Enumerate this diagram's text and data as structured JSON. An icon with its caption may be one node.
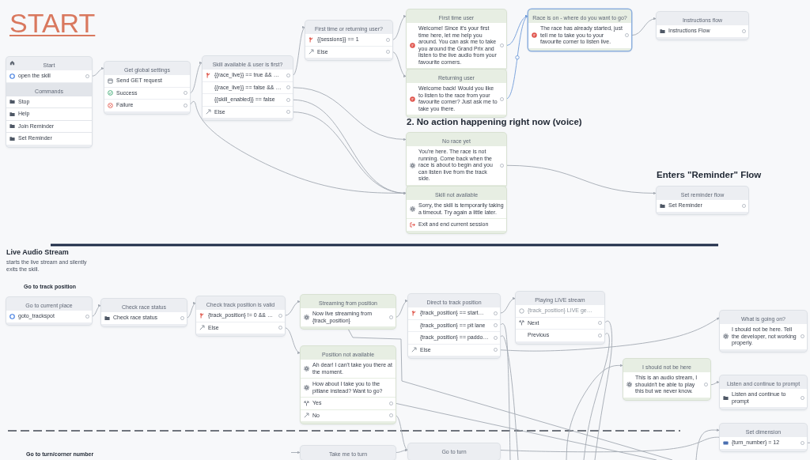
{
  "diagram": {
    "title": "START",
    "nodes": [
      {
        "text": [
          "Start"
        ]
      },
      {
        "text": [
          "open the skill"
        ],
        "in": 0
      },
      {
        "text": [
          "Commands"
        ],
        "in": 0
      },
      {
        "text": [
          "Stop"
        ],
        "in": 2
      },
      {
        "text": [
          "Help"
        ],
        "in": 2
      },
      {
        "text": [
          "Join Reminder"
        ],
        "in": 2
      },
      {
        "text": [
          "Set Reminder"
        ],
        "in": 2
      },
      {
        "text": [
          "Get global settings"
        ]
      },
      {
        "text": [
          "Send GET request"
        ],
        "in": 7
      },
      {
        "text": [
          "Success"
        ],
        "in": 7
      },
      {
        "text": [
          "Failure"
        ],
        "in": 7
      },
      {
        "text": [
          "Skill available & user is first?"
        ]
      },
      {
        "text": [
          "{{race_live}} == true && …"
        ],
        "in": 11
      },
      {
        "text": [
          "{{race_live}} == false && …"
        ],
        "in": 11
      },
      {
        "text": [
          "{{skill_enabled}} == false"
        ],
        "in": 11
      },
      {
        "text": [
          "Else"
        ],
        "in": 11
      },
      {
        "text": [
          "First time or returning user?"
        ]
      },
      {
        "text": [
          "{{sessions}} == 1"
        ],
        "in": 16
      },
      {
        "text": [
          "Else"
        ],
        "in": 16
      },
      {
        "text": [
          "First time user"
        ]
      },
      {
        "text": [
          "Welcome! Since it's your first time here, let me help you around. You can ask me to take you around the Grand Prix and listen to the live audio from your favourite corners."
        ],
        "in": 19
      },
      {
        "text": [
          "Returning user"
        ]
      },
      {
        "text": [
          "Welcome back! Would you like to listen to the race from your favourite corner? Just ask me to take you there."
        ],
        "in": 21
      },
      {
        "text": [
          "Race is on - where do you want to go?"
        ]
      },
      {
        "text": [
          "The race has already started, just tell me to take you to your favourite corner to listen live."
        ],
        "in": 23
      },
      {
        "text": [
          "Instructions flow"
        ]
      },
      {
        "text": [
          "Instructions Flow"
        ],
        "in": 25
      },
      {
        "text": [
          "No race yet"
        ]
      },
      {
        "text": [
          "You're here. The race is not running. Come back when the race is about to begin and you can listen live from the track side."
        ],
        "in": 27
      },
      {
        "text": [
          "Skill not available"
        ]
      },
      {
        "text": [
          "Sorry, the skill is temporarily taking a timeout. Try again a little later."
        ],
        "in": 29
      },
      {
        "text": [
          "Exit and end current session"
        ],
        "in": 29
      },
      {
        "text": [
          "Set reminder flow"
        ]
      },
      {
        "text": [
          "Set Reminder"
        ],
        "in": 32
      },
      {
        "text": [
          "Go to current place"
        ]
      },
      {
        "text": [
          "goto_trackspot"
        ],
        "in": 34
      },
      {
        "text": [
          "Check race status"
        ]
      },
      {
        "text": [
          "Check race status"
        ],
        "in": 36
      },
      {
        "text": [
          "Check track position is valid"
        ]
      },
      {
        "text": [
          "{track_position} != 0 && …"
        ],
        "in": 38
      },
      {
        "text": [
          "Else"
        ],
        "in": 38
      },
      {
        "text": [
          "Streaming from position"
        ]
      },
      {
        "text": [
          "Now live streaming from {track_position}"
        ],
        "in": 41
      },
      {
        "text": [
          "Position not available"
        ]
      },
      {
        "text": [
          "Ah dear! I can't take you there at the moment."
        ],
        "in": 43
      },
      {
        "text": [
          "How about I take you to the pitlane instead? Want to go?"
        ],
        "in": 43
      },
      {
        "text": [
          "Yes"
        ],
        "in": 43
      },
      {
        "text": [
          "No"
        ],
        "in": 43
      },
      {
        "text": [
          "Direct to track position"
        ]
      },
      {
        "text": [
          "{track_position} == start…"
        ],
        "in": 48
      },
      {
        "text": [
          "{track_position} == pit lane"
        ],
        "in": 48
      },
      {
        "text": [
          "{track_position} == paddo…"
        ],
        "in": 48
      },
      {
        "text": [
          "Else"
        ],
        "in": 48
      },
      {
        "text": [
          "Playing LIVE stream"
        ]
      },
      {
        "text": [
          "{track_position} LIVE ge…"
        ],
        "in": 53
      },
      {
        "text": [
          "Next"
        ],
        "in": 53
      },
      {
        "text": [
          "Previous"
        ],
        "in": 53
      },
      {
        "text": [
          "What is going on?"
        ]
      },
      {
        "text": [
          "I should not be here. Tell the developer, not working properly."
        ],
        "in": 57
      },
      {
        "text": [
          "I should not be here"
        ]
      },
      {
        "text": [
          "This is an audio stream, I shouldn't be able to play this but we never know."
        ],
        "in": 59
      },
      {
        "text": [
          "Listen and continue to prompt"
        ]
      },
      {
        "text": [
          "Listen and continue to prompt"
        ],
        "in": 61
      },
      {
        "text": [
          "Set dimension"
        ]
      },
      {
        "text": [
          "{turn_number} = 12"
        ],
        "in": 63
      },
      {
        "text": [
          "Take me to turn"
        ]
      },
      {
        "text": [
          "Go to turn"
        ]
      }
    ],
    "edges": [
      {
        "from": 1,
        "to": 7,
        "arrow": "to"
      },
      {
        "from": 9,
        "to": 11,
        "arrow": "to"
      },
      {
        "from": 10,
        "to": 29,
        "arrow": "to"
      },
      {
        "from": 12,
        "to": 16,
        "arrow": "to"
      },
      {
        "from": 13,
        "to": 27,
        "arrow": "to"
      },
      {
        "from": 14,
        "to": 29,
        "arrow": "to"
      },
      {
        "from": 15,
        "to": 29,
        "arrow": "to"
      },
      {
        "from": 17,
        "to": 19,
        "arrow": "to"
      },
      {
        "from": 18,
        "to": 21,
        "arrow": "to"
      },
      {
        "from": 20,
        "to": 23,
        "arrow": "to",
        "color": "#6f9bd8"
      },
      {
        "from": 22,
        "to": 23,
        "arrow": "to",
        "color": "#6f9bd8"
      },
      {
        "from": 24,
        "to": 25,
        "arrow": "to"
      },
      {
        "from": 28,
        "to": 32,
        "arrow": "to"
      },
      {
        "from": 35,
        "to": 36,
        "arrow": "to"
      },
      {
        "from": 37,
        "to": 38,
        "arrow": "to"
      },
      {
        "from": 39,
        "to": 41,
        "arrow": "to"
      },
      {
        "from": 40,
        "to": 43,
        "arrow": "to"
      },
      {
        "from": 42,
        "to": 48,
        "arrow": "to"
      },
      {
        "from": 49,
        "to": 53,
        "arrow": "to"
      },
      {
        "from": 52,
        "to": 57,
        "arrow": "to"
      },
      {
        "from": 60,
        "to": 61,
        "arrow": "to"
      },
      {
        "from": 46,
        "to": null,
        "arrow": "none"
      },
      {
        "from": 47,
        "to": 66,
        "arrow": "to"
      },
      {
        "from": 50,
        "to": null,
        "arrow": "none"
      },
      {
        "from": 51,
        "to": null,
        "arrow": "none"
      },
      {
        "from": 55,
        "to": null,
        "arrow": "none"
      },
      {
        "from": 56,
        "to": null,
        "arrow": "none"
      },
      {
        "from": null,
        "to": 59,
        "arrow": "to"
      },
      {
        "from": null,
        "to": 63,
        "arrow": "to"
      },
      {
        "from": 41,
        "to": null,
        "arrow": "none"
      },
      {
        "from": 66,
        "to": 63,
        "arrow": "none"
      },
      {
        "from": 64,
        "to": null,
        "arrow": "none"
      },
      {
        "from": 65,
        "to": 66,
        "arrow": "to"
      },
      {
        "from": null,
        "to": 65,
        "arrow": "to"
      }
    ],
    "labels": [
      "2. No action happening right now (voice)",
      "Enters \"Reminder\" Flow",
      "Live Audio Stream",
      "starts the live stream and silently exits the skill.",
      "Go to track position",
      "Go to turn/corner number"
    ]
  }
}
